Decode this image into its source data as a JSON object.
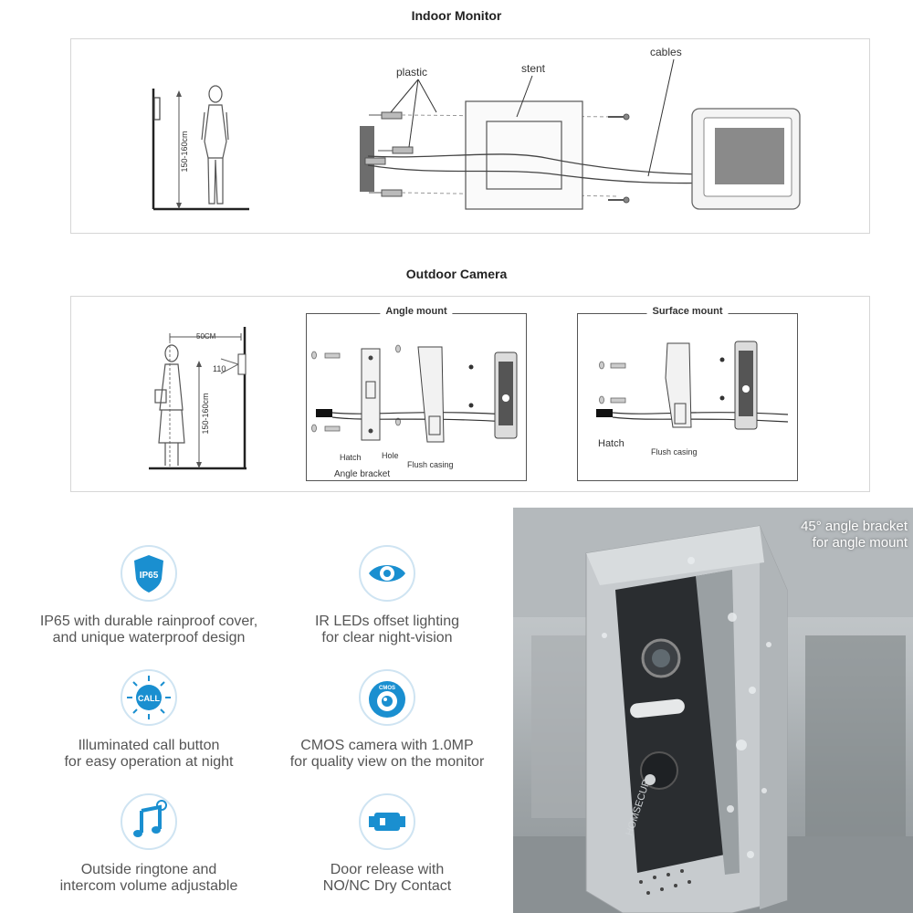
{
  "indoor": {
    "title": "Indoor Monitor",
    "labels": {
      "height": "150-160cm",
      "plastic": "plastic",
      "stent": "stent",
      "cables": "cables"
    }
  },
  "outdoor": {
    "title": "Outdoor Camera",
    "labels": {
      "distance": "50CM",
      "angle": "110",
      "height": "150-160cm"
    },
    "angle_mount": {
      "title": "Angle mount",
      "hatch": "Hatch",
      "hole": "Hole",
      "flush": "Flush casing",
      "bracket": "Angle bracket"
    },
    "surface_mount": {
      "title": "Surface mount",
      "hatch": "Hatch",
      "flush": "Flush casing"
    }
  },
  "features": [
    {
      "icon": "ip65-shield-icon",
      "badge": "IP65",
      "lines": [
        "IP65 with durable rainproof cover,",
        "and unique waterproof design"
      ]
    },
    {
      "icon": "eye-icon",
      "lines": [
        "IR LEDs offset lighting",
        "for clear night-vision"
      ]
    },
    {
      "icon": "call-button-icon",
      "badge": "CALL",
      "lines": [
        "Illuminated call button",
        "for easy operation at night"
      ]
    },
    {
      "icon": "cmos-lens-icon",
      "badge": "CMOS",
      "lines": [
        "CMOS camera with 1.0MP",
        "for quality view on the monitor"
      ]
    },
    {
      "icon": "music-note-icon",
      "lines": [
        "Outside ringtone and",
        "intercom volume adjustable"
      ]
    },
    {
      "icon": "door-lock-icon",
      "lines": [
        "Door release with",
        "NO/NC Dry Contact"
      ]
    }
  ],
  "photo": {
    "caption": [
      "45° angle bracket",
      "for angle mount"
    ],
    "brand": "HOMSECUR"
  },
  "colors": {
    "accent": "#1a8fd0",
    "icon_ring": "#cfe4f2"
  }
}
